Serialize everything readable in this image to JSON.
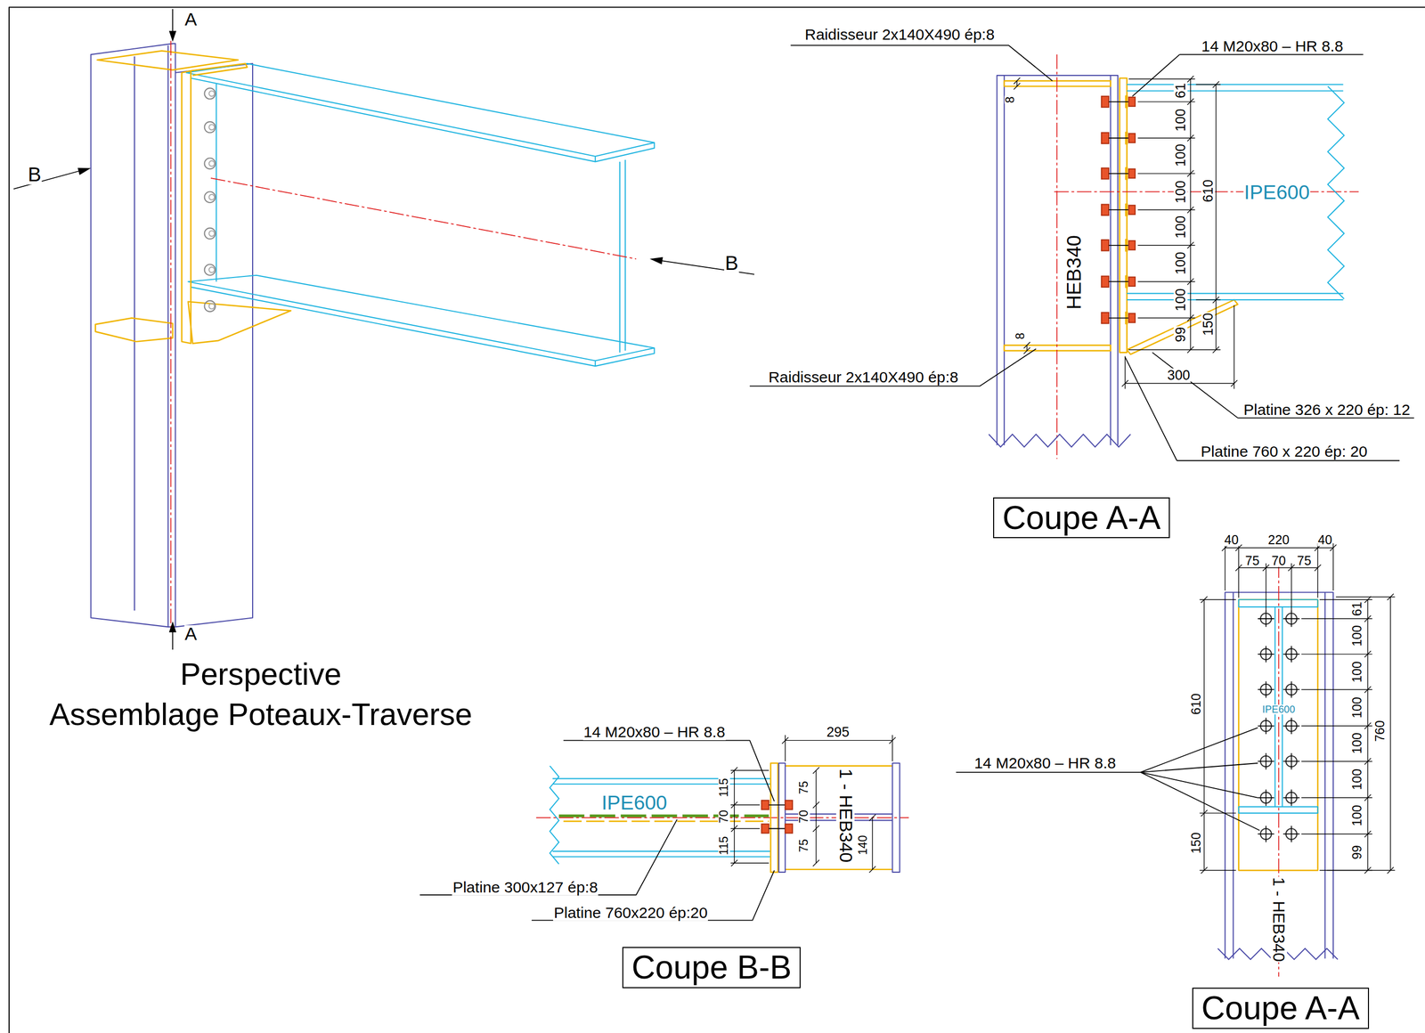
{
  "diagram": {
    "nodes": [
      {
        "text": [
          "Coupe A-A"
        ]
      },
      {
        "text": [
          "Coupe B-B"
        ]
      },
      {
        "text": [
          "Coupe A-A"
        ]
      }
    ],
    "labels": [
      "A",
      "A",
      "B",
      "B",
      "Perspective",
      "Assemblage Poteaux-Traverse",
      "Raidisseur 2x140X490 ép:8",
      "14 M20x80 – HR 8.8",
      "8",
      "61",
      "100",
      "100",
      "100",
      "100",
      "100",
      "100",
      "99",
      "610",
      "150",
      "IPE600",
      "HEB340",
      "8",
      "Raidisseur 2x140X490 ép:8",
      "300",
      "Platine 326 x 220 ép: 12",
      "Platine 760 x 220 ép: 20",
      "14 M20x80 – HR 8.8",
      "295",
      "115",
      "70",
      "115",
      "75",
      "70",
      "75",
      "IPE600",
      "1 - HEB340",
      "140",
      "Platine 300x127 ép:8",
      "Platine 760x220 ép:20",
      "40",
      "220",
      "40",
      "75",
      "70",
      "75",
      "61",
      "100",
      "100",
      "100",
      "100",
      "100",
      "100",
      "99",
      "760",
      "610",
      "150",
      "IPE600",
      "14 M20x80 – HR 8.8",
      "1 - HEB340"
    ]
  }
}
